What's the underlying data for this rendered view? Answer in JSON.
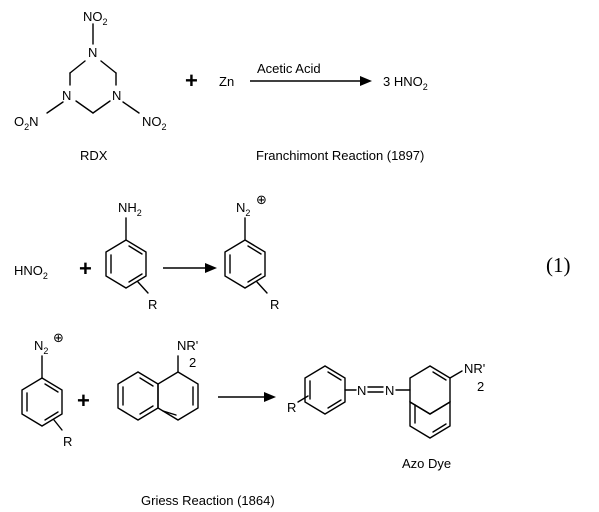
{
  "reaction1": {
    "nitro": "NO",
    "two": "2",
    "nitro_bl": "O",
    "nitro_bl_n": "N",
    "ring_n": "N",
    "plus": "+",
    "zn": "Zn",
    "condition": "Acetic Acid",
    "product": "3 HNO",
    "rdx_label": "RDX",
    "caption": "Franchimont Reaction (1897)"
  },
  "reaction2": {
    "hno2": "HNO",
    "nh": "NH",
    "n_label": "N",
    "plus_sign": "+",
    "circle_plus": "⊕",
    "r": "R"
  },
  "reaction3": {
    "nr": "NR'",
    "n_eq": "N",
    "r": "R",
    "azo_label": "Azo Dye",
    "caption": "Griess Reaction (1864)"
  },
  "equation_number": "(1)"
}
